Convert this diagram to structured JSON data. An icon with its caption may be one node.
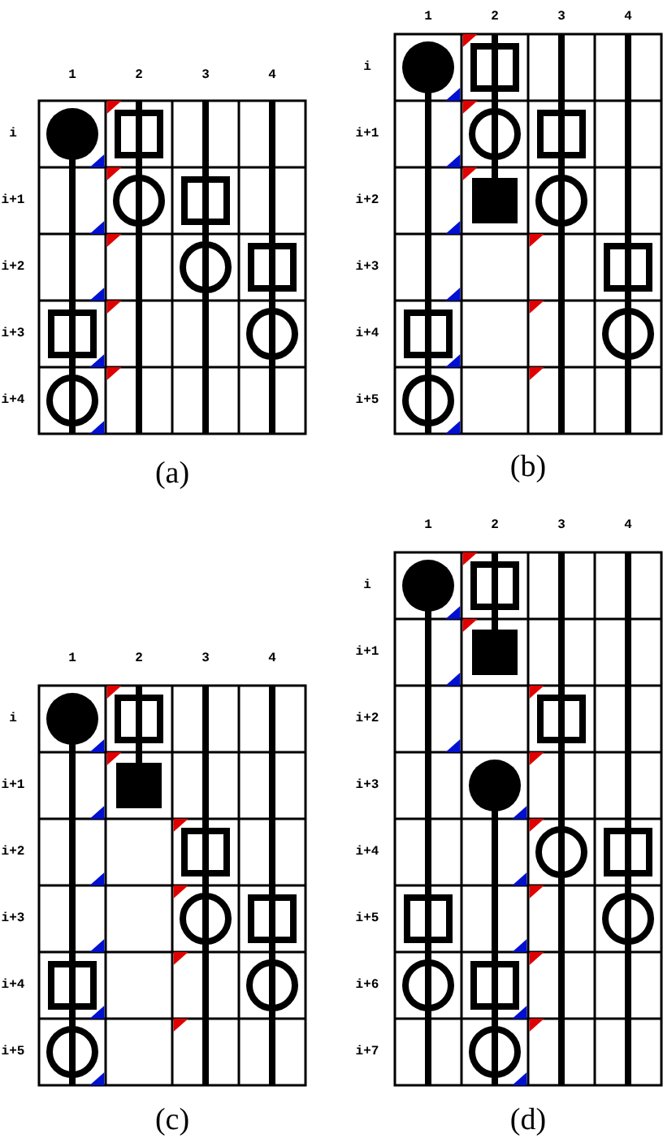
{
  "diagram": {
    "labels": [
      "1",
      "2",
      "3",
      "4",
      "i",
      "i+1",
      "i+2",
      "i+3",
      "i+4",
      "(a)",
      "1",
      "2",
      "3",
      "4",
      "i",
      "i+1",
      "i+2",
      "i+3",
      "i+4",
      "i+5",
      "(b)",
      "1",
      "2",
      "3",
      "4",
      "i",
      "i+1",
      "i+2",
      "i+3",
      "i+4",
      "i+5",
      "(c)",
      "1",
      "2",
      "3",
      "4",
      "i",
      "i+1",
      "i+2",
      "i+3",
      "i+4",
      "i+5",
      "i+6",
      "i+7",
      "(d)"
    ]
  }
}
